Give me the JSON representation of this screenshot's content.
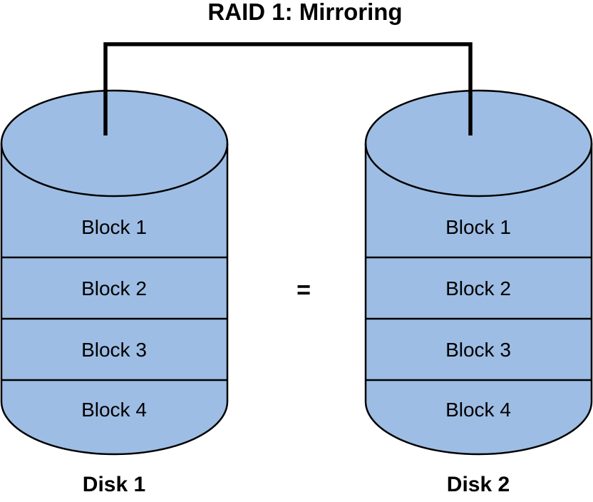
{
  "title": "RAID 1: Mirroring",
  "equals_sign": "=",
  "colors": {
    "disk_fill": "#9dbde4",
    "outline": "#000000",
    "background": "#ffffff"
  },
  "disks": [
    {
      "label": "Disk 1",
      "blocks": [
        "Block 1",
        "Block 2",
        "Block 3",
        "Block 4"
      ]
    },
    {
      "label": "Disk 2",
      "blocks": [
        "Block 1",
        "Block 2",
        "Block 3",
        "Block 4"
      ]
    }
  ]
}
